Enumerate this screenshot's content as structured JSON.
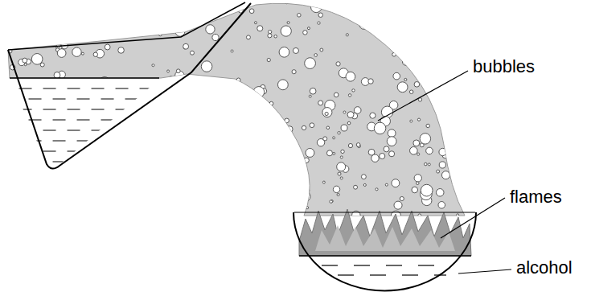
{
  "diagram": {
    "labels": [
      "bubbles",
      "flames",
      "alcohol"
    ]
  }
}
